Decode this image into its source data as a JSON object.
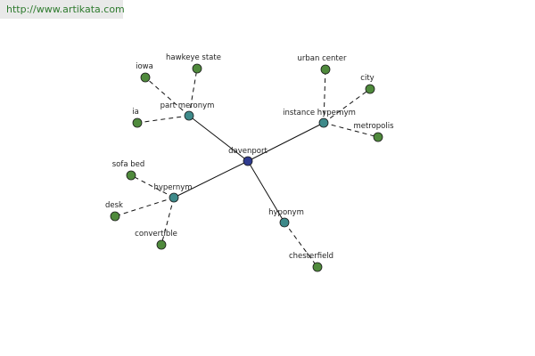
{
  "watermark": {
    "text": "http://www.artikata.com"
  },
  "graph": {
    "center": {
      "id": "davenport",
      "label": "davenport",
      "color": "#2f3b8f"
    },
    "relations": [
      {
        "id": "part-meronym",
        "label": "part meronym",
        "color": "#3e8a8a",
        "children": [
          {
            "id": "iowa",
            "label": "iowa"
          },
          {
            "id": "hawkeye-state",
            "label": "hawkeye state"
          },
          {
            "id": "ia",
            "label": "ia"
          }
        ]
      },
      {
        "id": "instance-hypernym",
        "label": "instance hypernym",
        "color": "#3e8a8a",
        "children": [
          {
            "id": "urban-center",
            "label": "urban center"
          },
          {
            "id": "city",
            "label": "city"
          },
          {
            "id": "metropolis",
            "label": "metropolis"
          }
        ]
      },
      {
        "id": "hypernym",
        "label": "hypernym",
        "color": "#3e8a8a",
        "children": [
          {
            "id": "sofa-bed",
            "label": "sofa bed"
          },
          {
            "id": "desk",
            "label": "desk"
          },
          {
            "id": "convertible",
            "label": "convertible"
          }
        ]
      },
      {
        "id": "hyponym",
        "label": "hyponym",
        "color": "#3e8a8a",
        "children": [
          {
            "id": "chesterfield",
            "label": "chesterfield"
          }
        ]
      }
    ],
    "leaf_color": "#4f8a3c"
  }
}
